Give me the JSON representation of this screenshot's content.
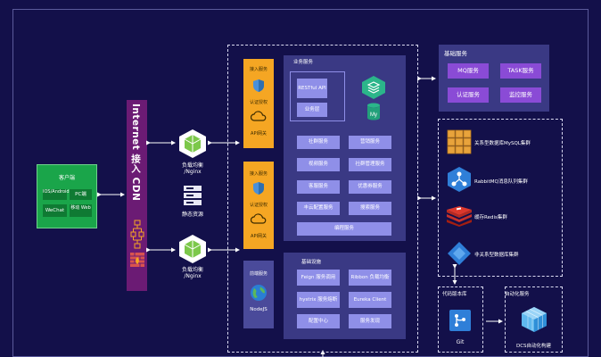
{
  "client": {
    "title": "客户端",
    "items": [
      "IOS/Android",
      "PC端",
      "WeChat",
      "移动 Web"
    ]
  },
  "cdn": {
    "label": "Internet 接入 CDN"
  },
  "nodes": {
    "lb_top": "负载均衡 /Nginx",
    "static": "静态资源",
    "lb_bottom": "负载均衡 /Nginx"
  },
  "access": [
    {
      "title": "接入服务",
      "sub1": "认证授权",
      "sub2": "API网关"
    },
    {
      "title": "接入服务",
      "sub1": "认证授权",
      "sub2": "API网关"
    },
    {
      "title": "前端服务",
      "sub1": "",
      "sub2": "NodeJS"
    }
  ],
  "business": {
    "title": "业务服务",
    "restful": "RESTful API",
    "biz_layer": "业务层",
    "services": [
      "社群服务",
      "营销服务",
      "视频服务",
      "社群管理服务",
      "客服服务",
      "优惠券服务",
      "丰云配置服务",
      "搜索服务",
      "编程服务"
    ]
  },
  "infra": {
    "title": "基础设施",
    "items": [
      "Feign 服务调用",
      "Ribbon 负载均衡",
      "hystrix 服务熔断",
      "Eureka Client",
      "配置中心",
      "服务发现"
    ]
  },
  "basic_services": {
    "title": "基础服务",
    "items": [
      "MQ服务",
      "TASK服务",
      "认证服务",
      "监控服务"
    ]
  },
  "storage": [
    {
      "label": "关系型数据库MySQL集群",
      "icon": "aws-cubes-icon"
    },
    {
      "label": "RabbitMQ消息队列集群",
      "icon": "network-icon"
    },
    {
      "label": "缓存Redis集群",
      "icon": "redis-icon"
    },
    {
      "label": "非关系型数据库集群",
      "icon": "diamond-icon"
    }
  ],
  "code_repo": {
    "title": "代码版本库",
    "label": "Git"
  },
  "automation": {
    "title": "自动化服务",
    "label": "DCS自动化构建"
  },
  "colors": {
    "background": "#13104a",
    "purple": "#8a4bd6",
    "lavender": "#8f8fe8",
    "gold": "#f5a623",
    "green": "#1aa54a"
  }
}
